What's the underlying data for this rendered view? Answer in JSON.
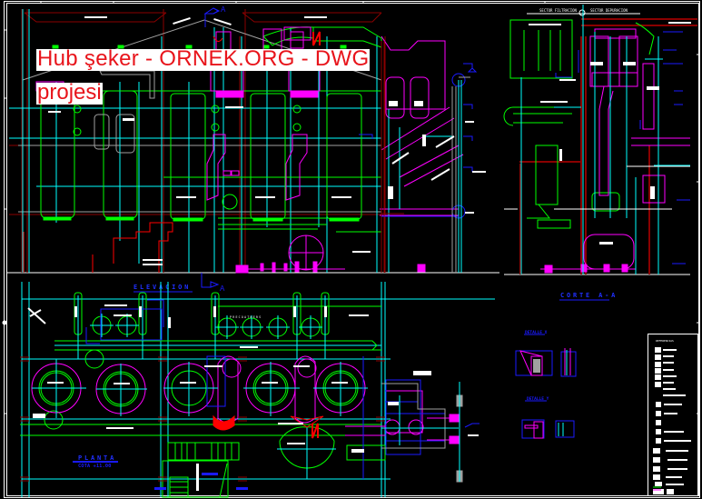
{
  "watermark": {
    "line1": "Hub şeker - ORNEK.ORG - DWG",
    "line2": "projesi",
    "text_color": "#e8141b",
    "bg_color": "#ffffff"
  },
  "drawing": {
    "background": "#000000",
    "colors": {
      "cyan": "#00ffff",
      "green": "#00ff00",
      "magenta": "#ff00ff",
      "red": "#ff0000",
      "darkred": "#8b0000",
      "blue": "#1a1aff",
      "white": "#ffffff",
      "gray": "#a0a0a0"
    },
    "section_marker": "A",
    "views": {
      "elevation_title": "ELEVACION",
      "section_title": "CORTE A-A",
      "plan_title": "PLANTA",
      "plan_subtitle": "COTA +11.00",
      "detail_x": "DETALLE X",
      "detail_y": "DETALLE Y",
      "precoat_label": "PRECOATHERS",
      "section_header_left": "SECTOR FILTRACION",
      "section_header_right": "SECTOR DEPURACION"
    },
    "legend": {
      "title": "REFERENCIAS"
    }
  }
}
